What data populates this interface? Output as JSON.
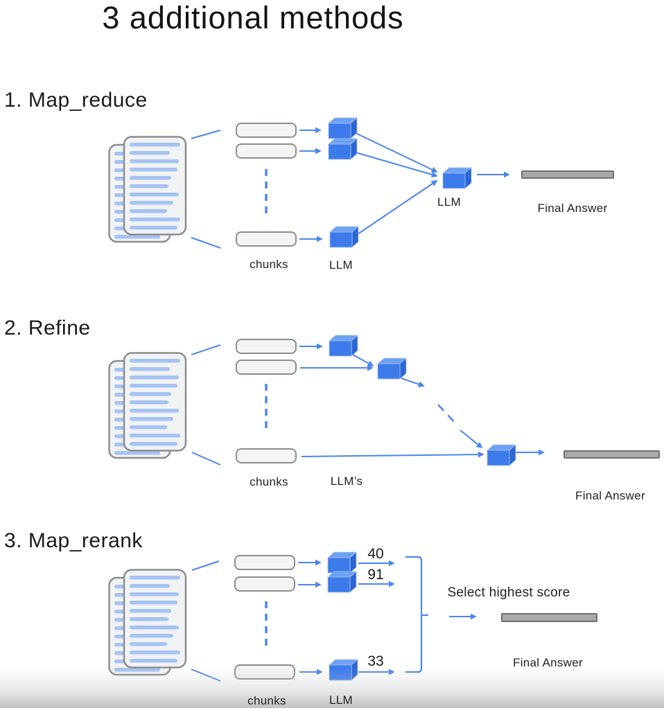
{
  "title": "3 additional methods",
  "sections": [
    {
      "heading": "1. Map_reduce",
      "chunks_label": "chunks",
      "llm_label": "LLM",
      "combine_llm_label": "LLM",
      "final_label": "Final Answer"
    },
    {
      "heading": "2. Refine",
      "chunks_label": "chunks",
      "llm_label": "LLM’s",
      "final_label": "Final Answer"
    },
    {
      "heading": "3. Map_rerank",
      "chunks_label": "chunks",
      "llm_label": "LLM",
      "select_label": "Select highest score",
      "final_label": "Final Answer",
      "scores": [
        "40",
        "91",
        "33"
      ]
    }
  ],
  "colors": {
    "line_blue": "#4a86ee",
    "cube_front": "#3d7bea",
    "cube_top": "#6fa1f2",
    "cube_side": "#2d66d4",
    "doc_text_line": "#a5c2f1",
    "answer_bar_fill": "#a9a9a9",
    "answer_bar_border": "#6f6f6f"
  }
}
